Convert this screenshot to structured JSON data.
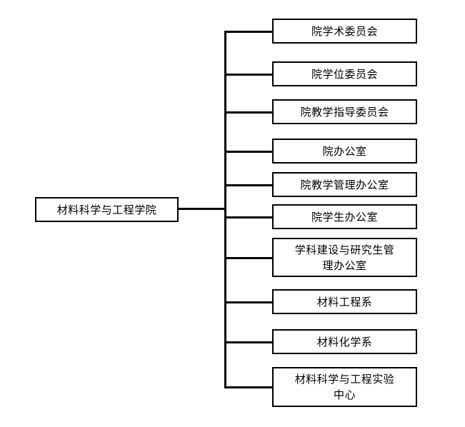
{
  "diagram": {
    "type": "organization-chart",
    "orientation": "left-to-right",
    "line_color": "#000000",
    "box_border_color": "#000000",
    "box_fill_color": "#ffffff",
    "background_color": "#ffffff",
    "root": {
      "label": "材料科学与工程学院"
    },
    "children": [
      {
        "label": "院学术委员会",
        "lines": 1
      },
      {
        "label": "院学位委员会",
        "lines": 1
      },
      {
        "label": "院教学指导委员会",
        "lines": 1
      },
      {
        "label": "院办公室",
        "lines": 1
      },
      {
        "label": "院教学管理办公室",
        "lines": 1
      },
      {
        "label": "院学生办公室",
        "lines": 1
      },
      {
        "label": "学科建设与研究生管\n理办公室",
        "lines": 2
      },
      {
        "label": "材料工程系",
        "lines": 1
      },
      {
        "label": "材料化学系",
        "lines": 1
      },
      {
        "label": "材料科学与工程实验\n中心",
        "lines": 2
      }
    ]
  }
}
